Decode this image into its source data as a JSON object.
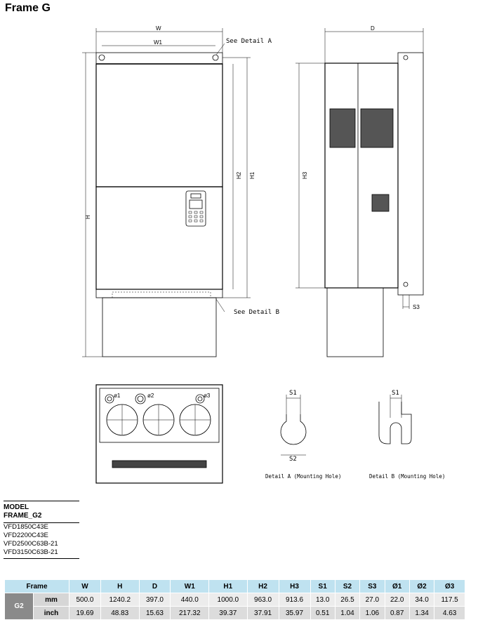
{
  "title": "Frame G",
  "labels": {
    "W": "W",
    "W1": "W1",
    "D": "D",
    "H": "H",
    "H1": "H1",
    "H2": "H2",
    "H3": "H3",
    "S1": "S1",
    "S2": "S2",
    "S3": "S3",
    "see_detail_a": "See Detail A",
    "see_detail_b": "See Detail B",
    "detail_a": "Detail A (Mounting Hole)",
    "detail_b": "Detail B (Mounting Hole)",
    "phi1": "ø1",
    "phi2": "ø2",
    "phi3": "ø3"
  },
  "model": {
    "header_line1": "MODEL",
    "header_line2": "FRAME_G2",
    "items": [
      "VFD1850C43E",
      "VFD2200C43E",
      "VFD2500C63B-21",
      "VFD3150C63B-21"
    ]
  },
  "table": {
    "headers": [
      "Frame",
      "W",
      "H",
      "D",
      "W1",
      "H1",
      "H2",
      "H3",
      "S1",
      "S2",
      "S3",
      "Ø1",
      "Ø2",
      "Ø3"
    ],
    "frame": "G2",
    "rows": [
      {
        "unit": "mm",
        "values": [
          "500.0",
          "1240.2",
          "397.0",
          "440.0",
          "1000.0",
          "963.0",
          "913.6",
          "13.0",
          "26.5",
          "27.0",
          "22.0",
          "34.0",
          "117.5"
        ]
      },
      {
        "unit": "inch",
        "values": [
          "19.69",
          "48.83",
          "15.63",
          "217.32",
          "39.37",
          "37.91",
          "35.97",
          "0.51",
          "1.04",
          "1.06",
          "0.87",
          "1.34",
          "4.63"
        ]
      }
    ]
  }
}
